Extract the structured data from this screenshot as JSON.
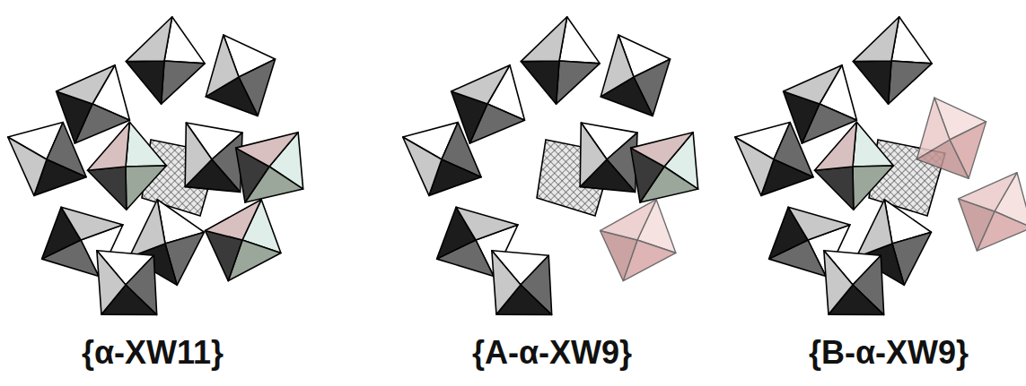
{
  "diagram": {
    "labels": [
      "{α-XW11}",
      "{A-α-XW9}",
      "{B-α-XW9}"
    ]
  }
}
